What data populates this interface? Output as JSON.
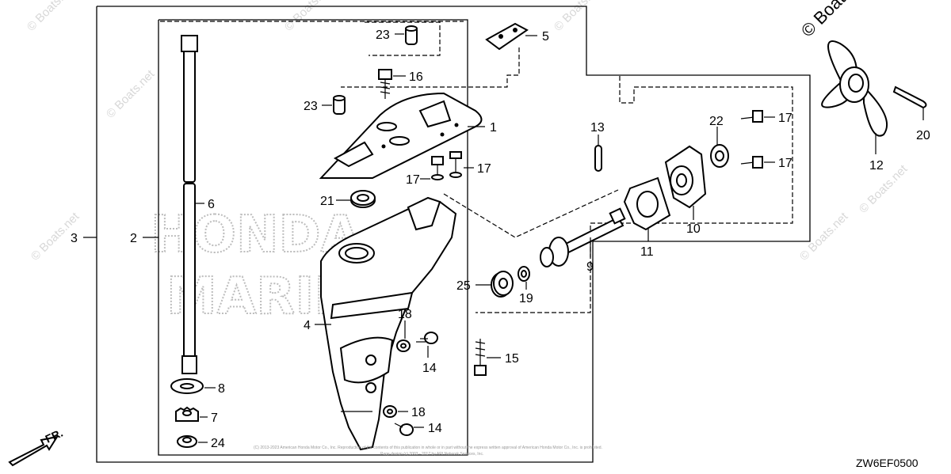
{
  "diagram": {
    "code": "ZW6EF0500",
    "direction_label": "FR.",
    "watermark_text": "© Boats.net",
    "background_brand": [
      "HONDA",
      "MARINE"
    ],
    "corner_watermark": "© Boats",
    "copyright_lines": [
      "(C) 2013-2023 American Honda Motor Co., Inc. Reproduction of the contents of this publication in whole or in part without the express written approval of American Honda Motor Co., Inc. is prohibited.",
      "Page design (c) 2003 - 2017 by ARI Network Services, Inc."
    ],
    "labels": {
      "p1": "1",
      "p2": "2",
      "p3": "3",
      "p4": "4",
      "p5": "5",
      "p6": "6",
      "p7": "7",
      "p8": "8",
      "p9": "9",
      "p10": "10",
      "p11": "11",
      "p12": "12",
      "p13": "13",
      "p14a": "14",
      "p14b": "14",
      "p15": "15",
      "p16": "16",
      "p17a": "17",
      "p17b": "17",
      "p17c": "17",
      "p17d": "17",
      "p18a": "18",
      "p18b": "18",
      "p19": "19",
      "p20": "20",
      "p21": "21",
      "p22": "22",
      "p23a": "23",
      "p23b": "23",
      "p24": "24",
      "p25": "25"
    }
  },
  "colors": {
    "line": "#000000",
    "watermark": "#d8d8d8"
  }
}
